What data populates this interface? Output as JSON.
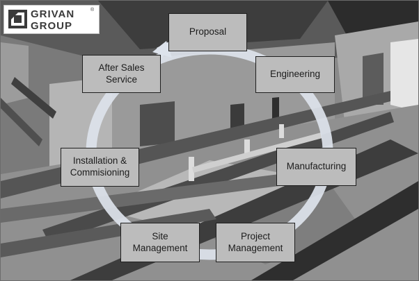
{
  "logo": {
    "line1": "GRIVAN",
    "line2": "GROUP",
    "registered_mark": "®"
  },
  "cycle": {
    "steps": [
      {
        "label": "Proposal"
      },
      {
        "label": "Engineering"
      },
      {
        "label": "Manufacturing"
      },
      {
        "label": "Project\nManagement"
      },
      {
        "label": "Site\nManagement"
      },
      {
        "label": "Installation &\nCommisioning"
      },
      {
        "label": "After Sales\nService"
      }
    ],
    "direction": "clockwise",
    "arrow_color": "#dde3ec",
    "box_fill": "#bcbcbc",
    "box_border": "#1e1e1e"
  }
}
